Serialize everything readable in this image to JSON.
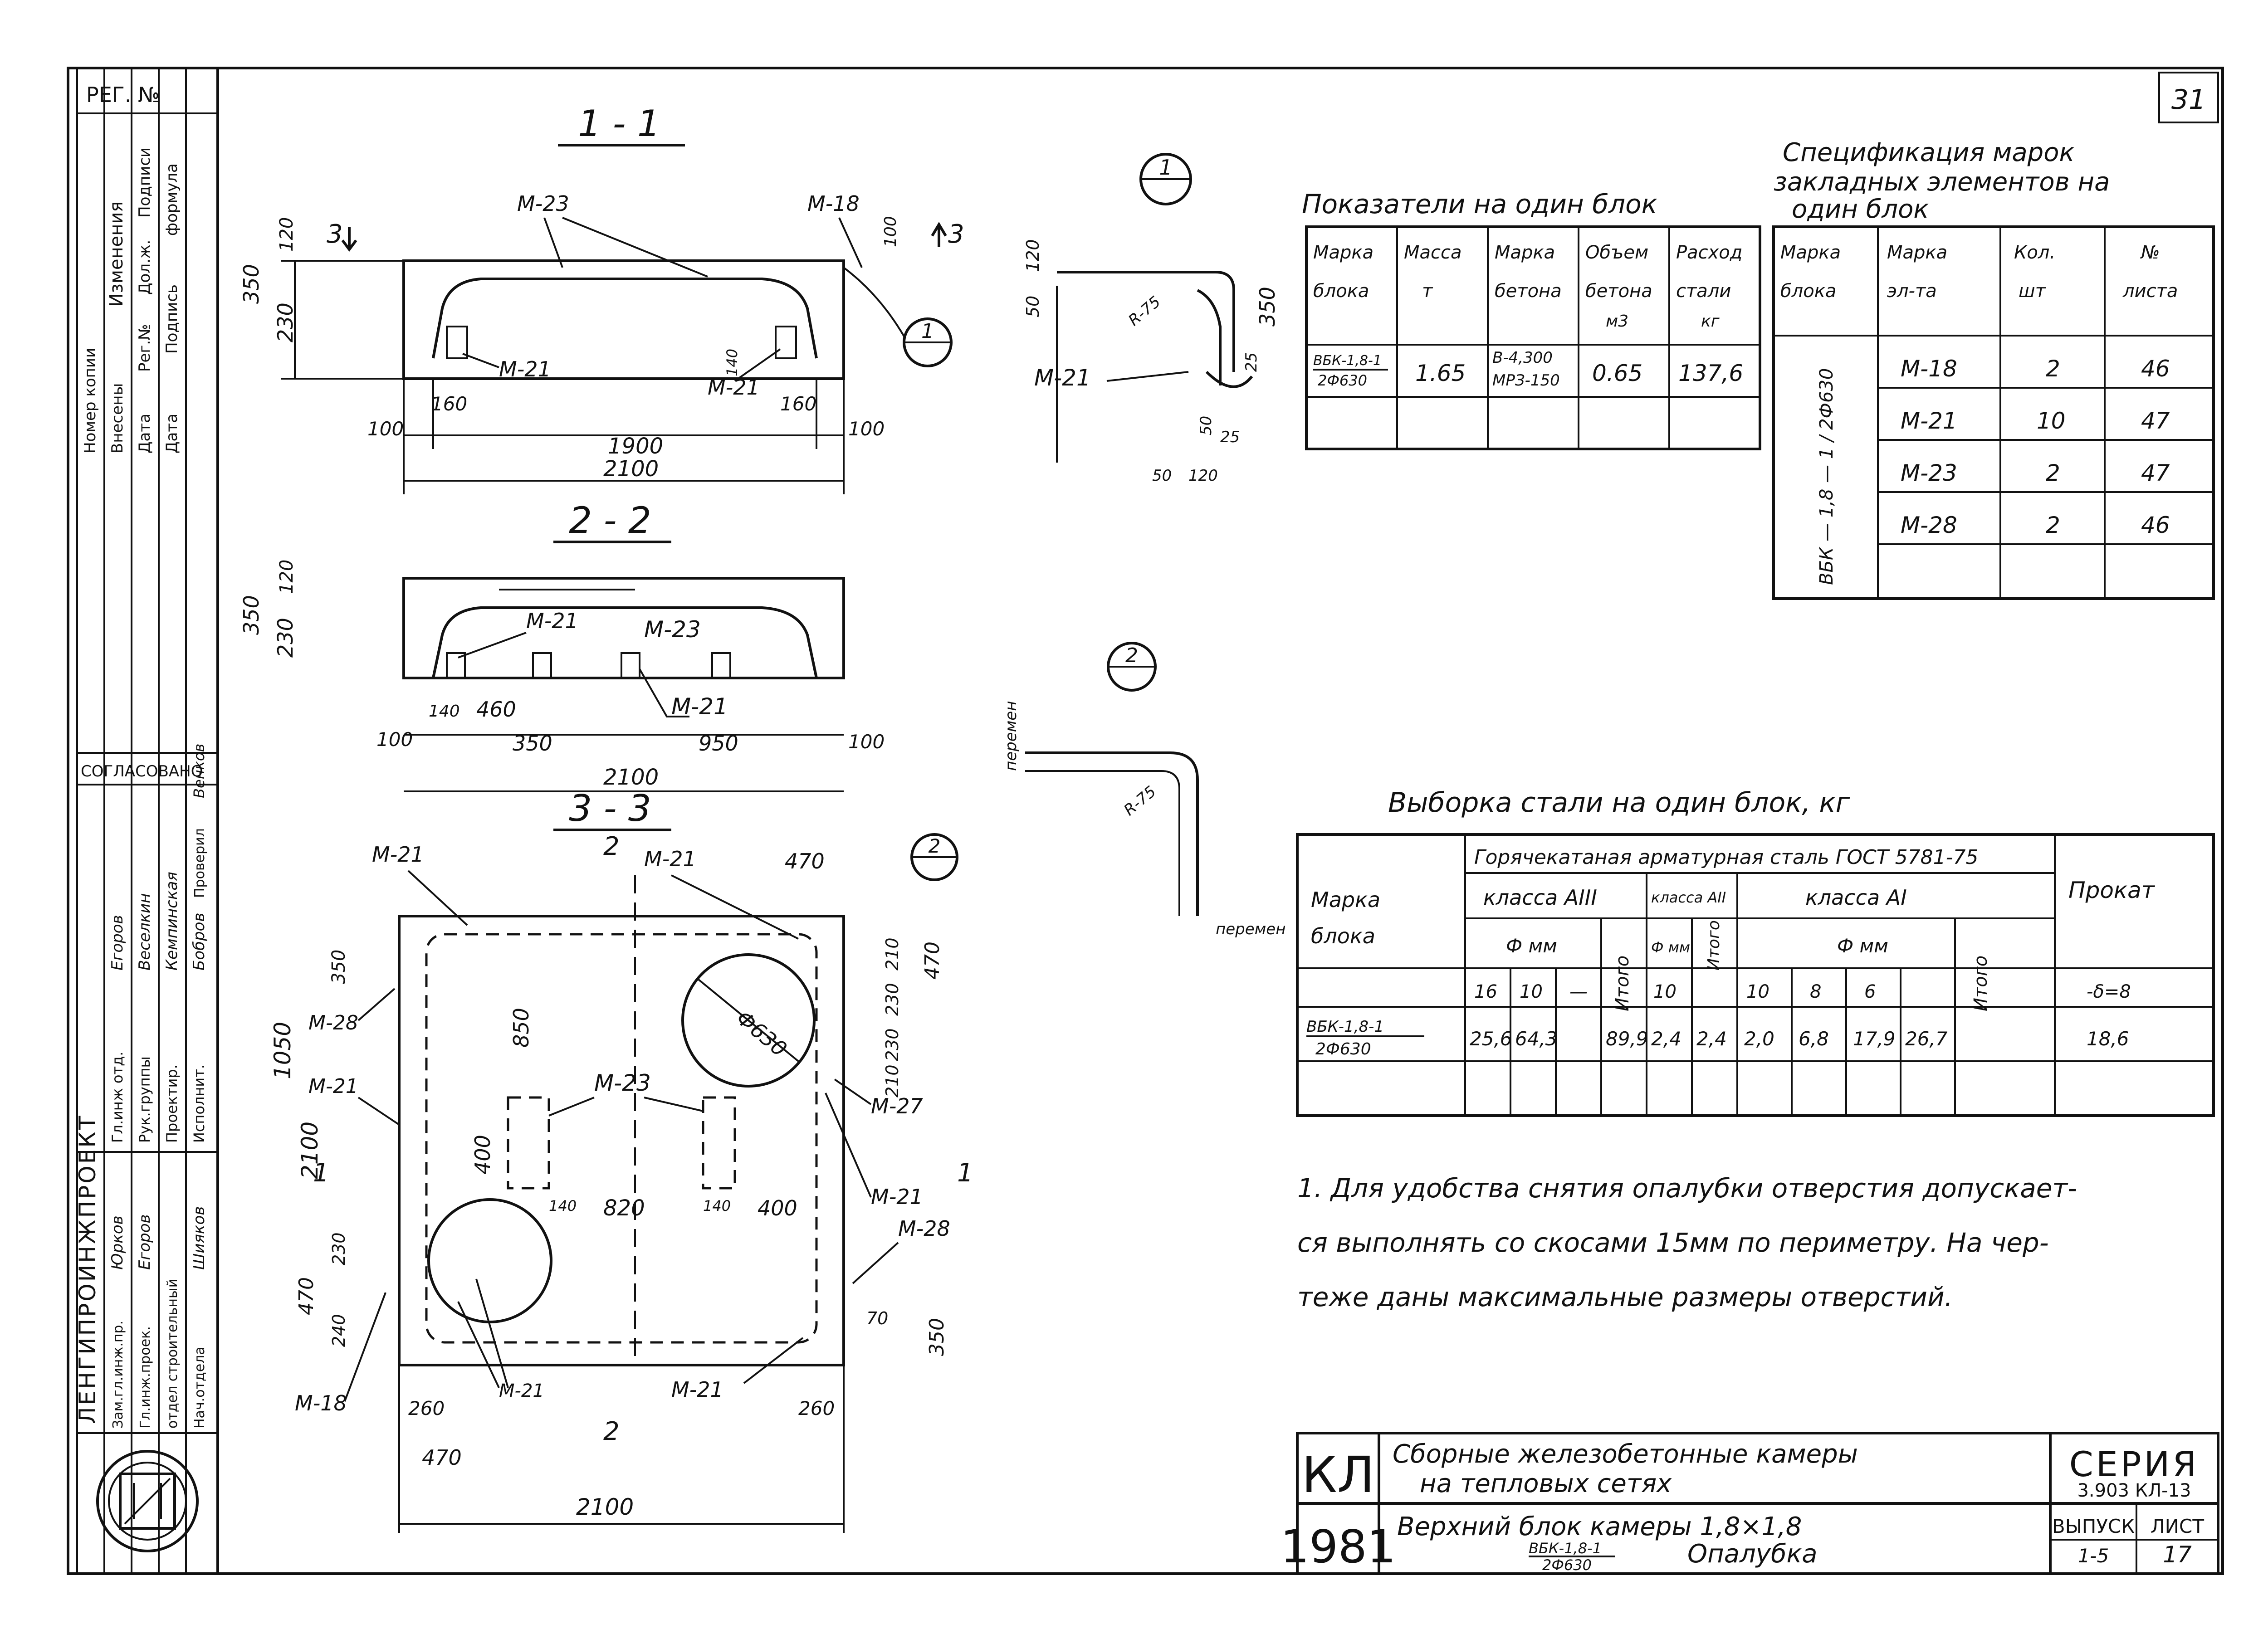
{
  "sheet_corner_number": "31",
  "left_strip": {
    "reg_label": "РЕГ. №",
    "revision_header": "Изменения",
    "revision_cols": [
      "Номер копии",
      "Внесены",
      "Дата",
      "Рег.№",
      "Дол.ж.",
      "Подписи",
      "Дата",
      "Подпись",
      "формула"
    ],
    "agreed_label": "СОГЛАСОВАНО",
    "org_name": "ЛЕНГИПРОИНЖПРОЕКТ",
    "signature_rows": [
      {
        "role": "Гл.инж отд.",
        "name": "Егоров"
      },
      {
        "role": "Рук.группы",
        "name": "Веселкин"
      },
      {
        "role": "Проектир.",
        "name": "Кемпинская"
      },
      {
        "role": "Исполнит.",
        "name": "Бобров"
      },
      {
        "role": "Проверил",
        "name": "Венков"
      }
    ],
    "lower_rows": [
      {
        "role": "Зам.гл.инж.пр.",
        "name": "Юрков"
      },
      {
        "role": "Гл.инж.проек.",
        "name": "Егоров"
      },
      {
        "role": "отдел строительный",
        "name": ""
      },
      {
        "role": "Нач.отдела",
        "name": "Шияков"
      }
    ]
  },
  "sections": {
    "s11": {
      "title": "1 - 1",
      "marks": [
        "М-23",
        "М-18",
        "М-21",
        "М-21"
      ],
      "dims": [
        "350",
        "230",
        "120",
        "100",
        "140",
        "160",
        "160",
        "1900",
        "100",
        "100",
        "2100"
      ],
      "cut_label": "3",
      "callout": "1"
    },
    "s22": {
      "title": "2 - 2",
      "marks": [
        "М-21",
        "М-23",
        "М-21"
      ],
      "dims": [
        "350",
        "230",
        "120",
        "140",
        "460",
        "100",
        "350",
        "950",
        "100",
        "2100"
      ]
    },
    "s33": {
      "title": "3 - 3",
      "marks": [
        "М-21",
        "М-21",
        "М-28",
        "М-21",
        "М-23",
        "М-27",
        "М-21",
        "М-28",
        "М-18",
        "М-21",
        "М-21"
      ],
      "dims": [
        "470",
        "350",
        "1050",
        "850",
        "400",
        "820",
        "140",
        "140",
        "400",
        "2100",
        "210",
        "230",
        "470",
        "230",
        "210",
        "470",
        "230",
        "240",
        "70",
        "350",
        "260",
        "260",
        "470",
        "2100"
      ],
      "hole_large": "Ф630",
      "cut_labels": [
        "2",
        "2",
        "1",
        "1"
      ]
    }
  },
  "detail1": {
    "callout": "1",
    "mark": "М-21",
    "dims": [
      "120",
      "50",
      "350",
      "R-75",
      "25",
      "50",
      "25",
      "50",
      "120"
    ]
  },
  "detail2": {
    "callout": "2",
    "label_a": "перемен",
    "label_b": "перемен",
    "radius": "R-75"
  },
  "indicators": {
    "title": "Показатели на один блок",
    "headers": [
      [
        "Марка",
        "блока"
      ],
      [
        "Масса",
        "т"
      ],
      [
        "Марка",
        "бетона"
      ],
      [
        "Объем",
        "бетона",
        "м3"
      ],
      [
        "Расход",
        "стали",
        "кг"
      ]
    ],
    "row": {
      "mark_top": "ВБК-1,8-1",
      "mark_bottom": "2Ф630",
      "mass": "1.65",
      "concrete_top": "В-4,300",
      "concrete_bottom": "МРЗ-150",
      "volume": "0.65",
      "steel": "137,6"
    }
  },
  "spec": {
    "title_l1": "Спецификация марок",
    "title_l2": "закладных элементов на",
    "title_l3": "один блок",
    "headers": [
      [
        "Марка",
        "блока"
      ],
      [
        "Марка",
        "эл-та"
      ],
      [
        "Кол.",
        "шт"
      ],
      [
        "№",
        "листа"
      ]
    ],
    "block_mark": "ВБК — 1,8 — 1 / 2Ф630",
    "rows": [
      {
        "elem": "М-18",
        "qty": "2",
        "sheet": "46"
      },
      {
        "elem": "М-21",
        "qty": "10",
        "sheet": "47"
      },
      {
        "elem": "М-23",
        "qty": "2",
        "sheet": "47"
      },
      {
        "elem": "М-28",
        "qty": "2",
        "sheet": "46"
      }
    ]
  },
  "steel": {
    "title": "Выборка стали на один блок, кг",
    "group_header": "Горячекатаная арматурная сталь ГОСТ 5781-75",
    "mark_header": [
      "Марка",
      "блока"
    ],
    "class3": "класса АIII",
    "class2": "класса АII",
    "class1": "класса АI",
    "dia_label": "Ф мм",
    "total_label": "Итого",
    "rolled_label": "Прокат",
    "diam_cols": [
      "16",
      "10",
      "—",
      "10",
      "10",
      "8",
      "6"
    ],
    "rolled_sub": "-δ=8",
    "row": {
      "mark_top": "ВБК-1,8-1",
      "mark_bottom": "2Ф630",
      "v16": "25,6",
      "v10": "64,3",
      "tot3": "89,9",
      "a2_10": "2,4",
      "tot2": "2,4",
      "a1_10": "2,0",
      "a1_8": "6,8",
      "a1_6": "17,9",
      "tot1": "26,7",
      "rolled": "18,6"
    }
  },
  "note": {
    "l1": "1. Для удобства снятия опалубки отверстия допускает-",
    "l2": "ся выполнять со скосами 15мм по периметру. На чер-",
    "l3": "теже даны максимальные размеры отверстий."
  },
  "title_block": {
    "kl": "КЛ",
    "year": "1981",
    "desc_l1": "Сборные железобетонные камеры",
    "desc_l2": "на тепловых сетях",
    "desc2_prefix": "Верхний блок камеры 1,8×1,8",
    "desc2_mark_top": "ВБК-1,8-1",
    "desc2_mark_bottom": "2Ф630",
    "desc2_suffix": "Опалубка",
    "series_label": "СЕРИЯ",
    "series_value": "3.903 КЛ-13",
    "issue_label": "ВЫПУСК",
    "issue_value": "1-5",
    "sheet_label": "ЛИСТ",
    "sheet_value": "17"
  }
}
